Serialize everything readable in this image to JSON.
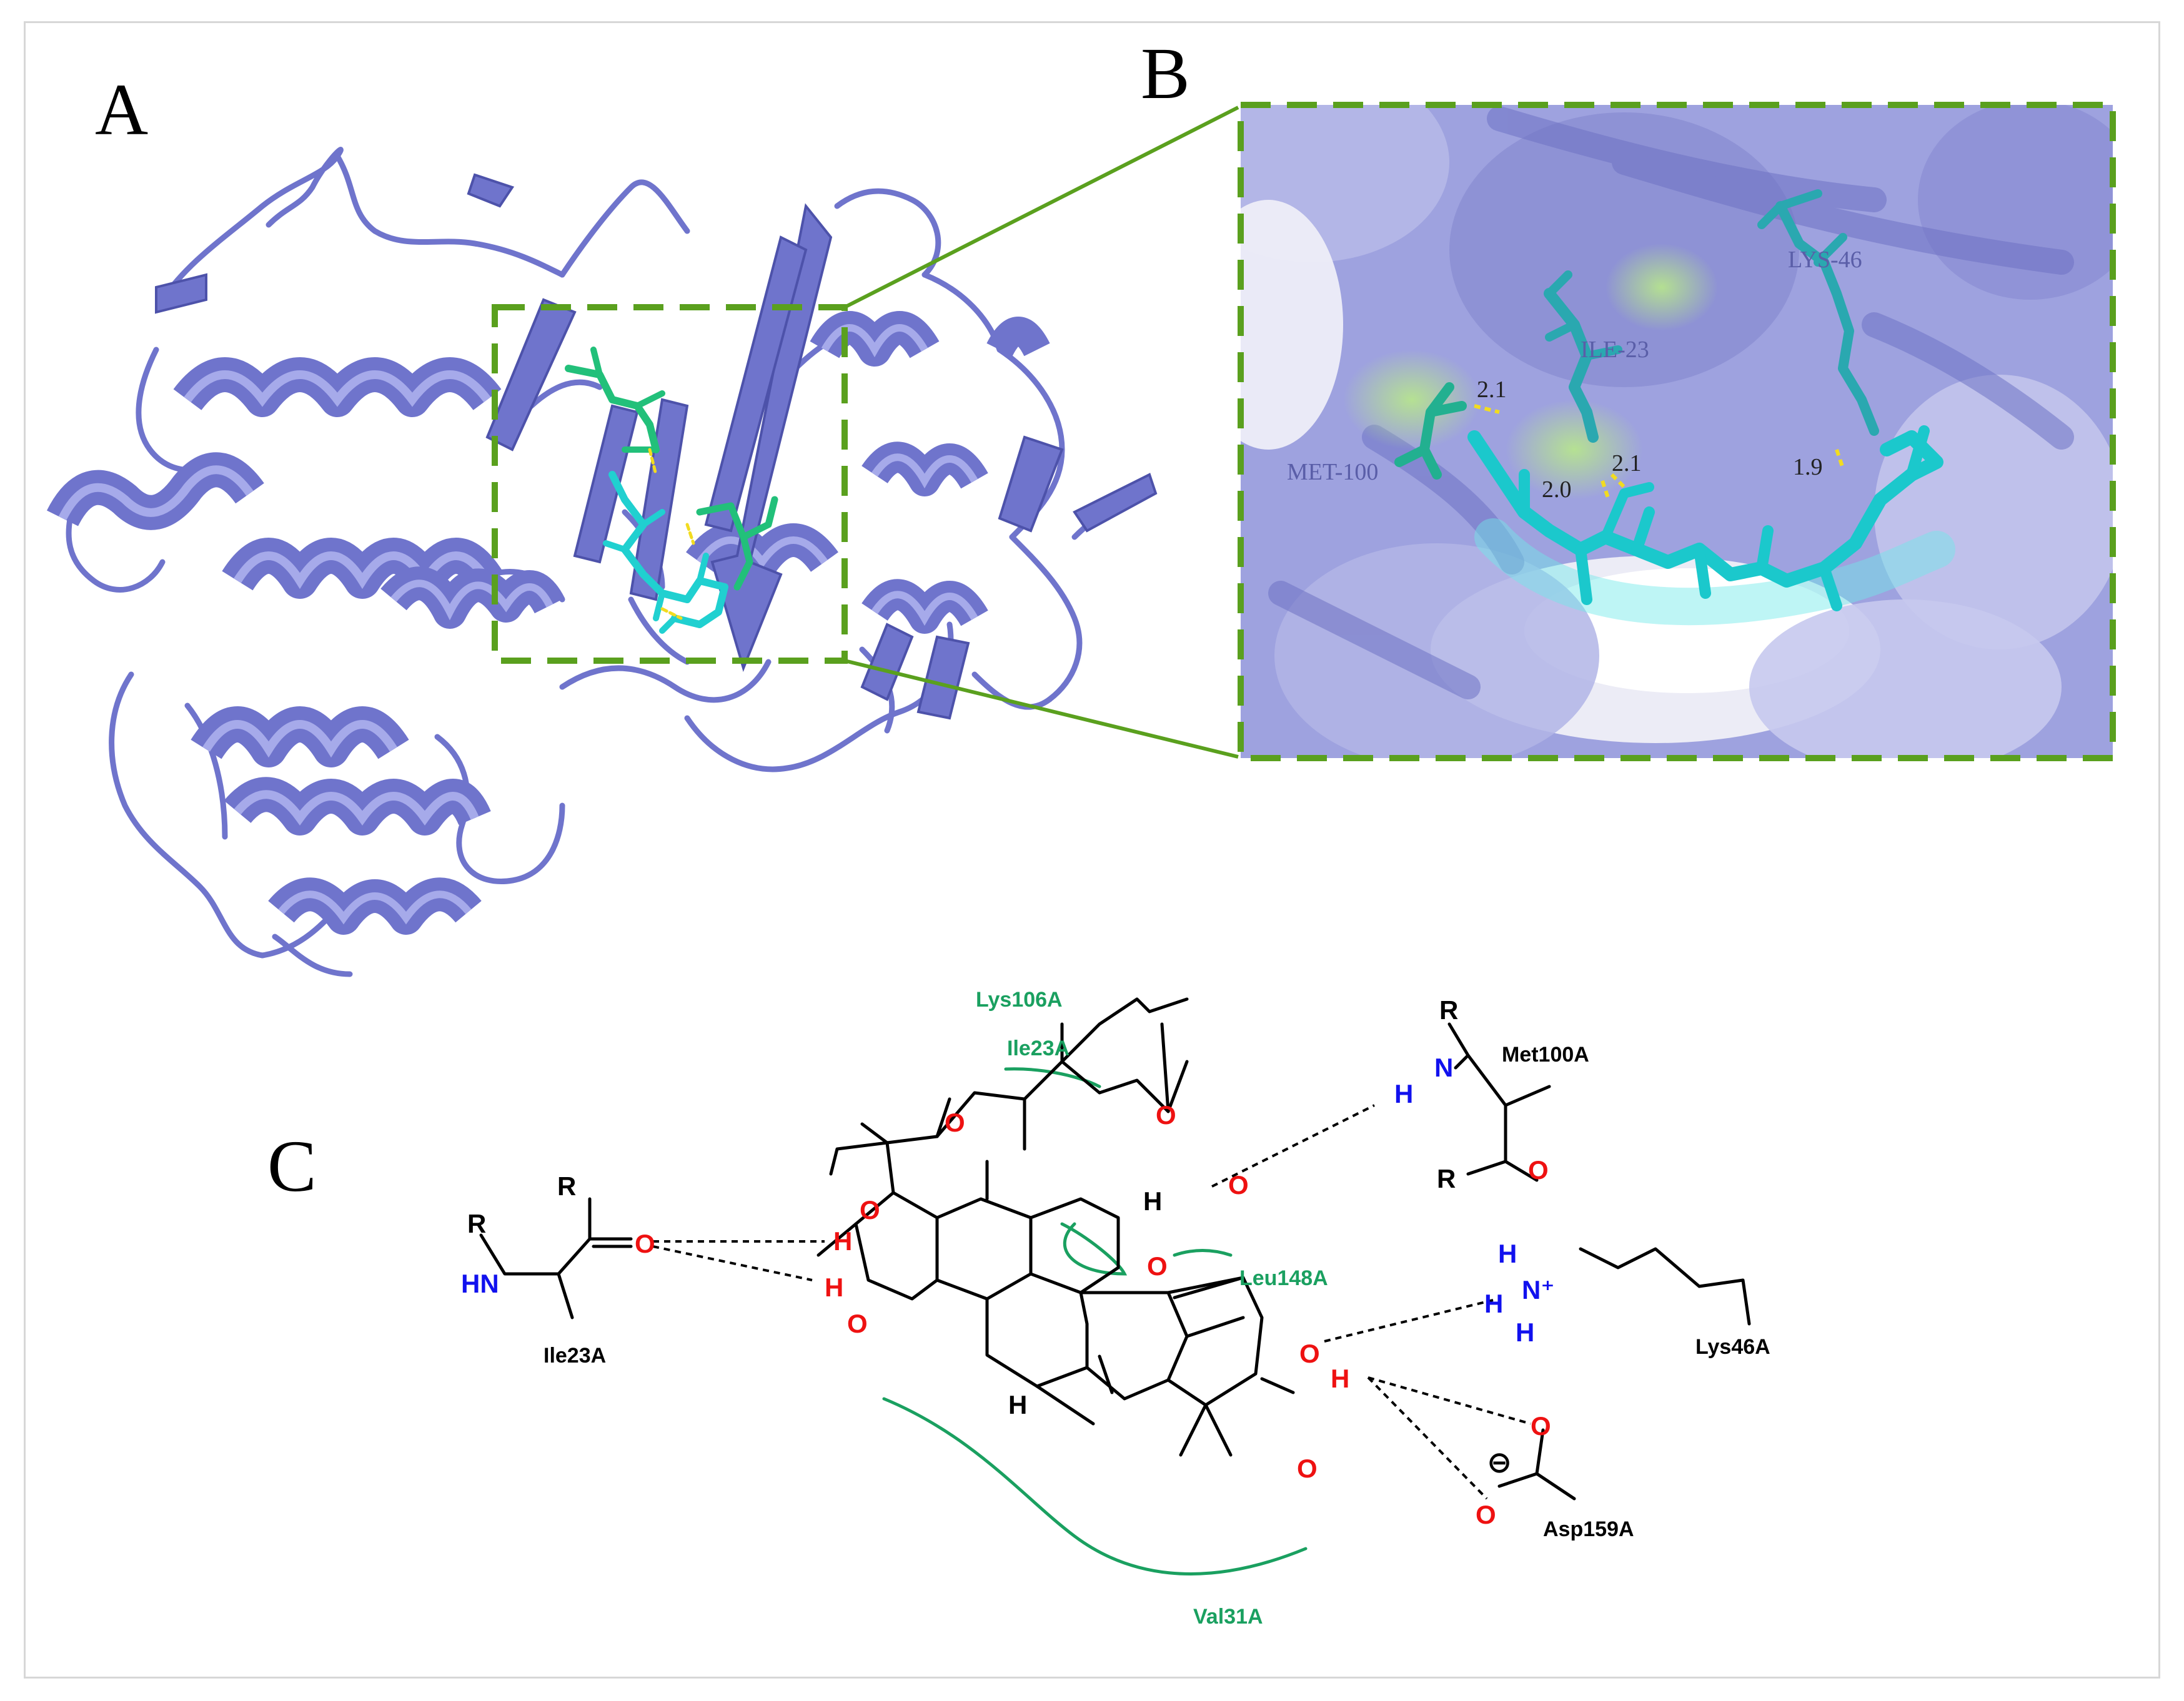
{
  "panels": {
    "a": "A",
    "b": "B",
    "c": "C"
  },
  "colors": {
    "protein": "#6f74cc",
    "ligand": "#20d0d0",
    "ligand_green": "#22c07a",
    "box": "#5aa01e",
    "hbond": "#f2dc20",
    "hydrophobic": "#1aa060",
    "oxygen": "#ee1111",
    "nitrogen": "#1111ee"
  },
  "panel_b": {
    "residues": [
      "LYS-46",
      "ILE-23",
      "MET-100"
    ],
    "distances": [
      "2.1",
      "2.1",
      "2.0",
      "1.9"
    ]
  },
  "panel_c": {
    "hydrophobic_residues": [
      "Lys106A",
      "Ile23A",
      "Leu148A",
      "Val31A"
    ],
    "residues": [
      "Met100A",
      "Ile23A",
      "Lys46A",
      "Asp159A"
    ],
    "atoms": {
      "O": "O",
      "H": "H",
      "N": "N",
      "HN": "HN",
      "R": "R",
      "N_plus": "N⁺",
      "minus": "⊖"
    }
  }
}
